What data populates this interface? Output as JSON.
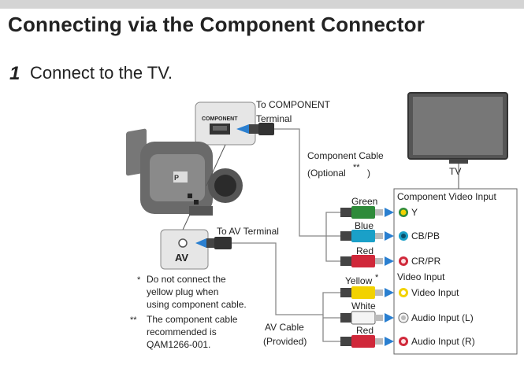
{
  "title": "Connecting via the Component Connector",
  "step": {
    "number": "1",
    "text": "Connect to the TV."
  },
  "labels": {
    "component_port": "COMPONENT",
    "to_component_terminal_1": "To COMPONENT",
    "to_component_terminal_2": "Terminal",
    "component_cable_1": "Component Cable",
    "component_cable_2_prefix": "(Optional",
    "component_cable_2_stars": "**",
    "component_cable_2_suffix": ")",
    "tv": "TV",
    "component_video_input": "Component Video Input",
    "green": "Green",
    "blue": "Blue",
    "red": "Red",
    "y": "Y",
    "cb_pb": "CB/PB",
    "cr_pr": "CR/PR",
    "to_av_terminal": "To AV Terminal",
    "av": "AV",
    "yellow": "Yellow",
    "yellow_star": "*",
    "video_input_header": "Video Input",
    "white": "White",
    "red2": "Red",
    "video_input": "Video Input",
    "audio_input_l": "Audio Input (L)",
    "audio_input_r": "Audio Input (R)",
    "av_cable_1": "AV Cable",
    "av_cable_2": "(Provided)"
  },
  "notes": {
    "note1_mark": "*",
    "note1_line1": "Do not connect the",
    "note1_line2": "yellow plug when",
    "note1_line3": "using component cable.",
    "note2_mark": "**",
    "note2_line1": "The component cable",
    "note2_line2": "recommended is",
    "note2_line3": "QAM1266-001."
  },
  "colors": {
    "green": "#2e8b3a",
    "blue": "#1aa0c8",
    "red": "#d0283a",
    "yellow": "#f2d200",
    "white": "#f4f4f4"
  }
}
